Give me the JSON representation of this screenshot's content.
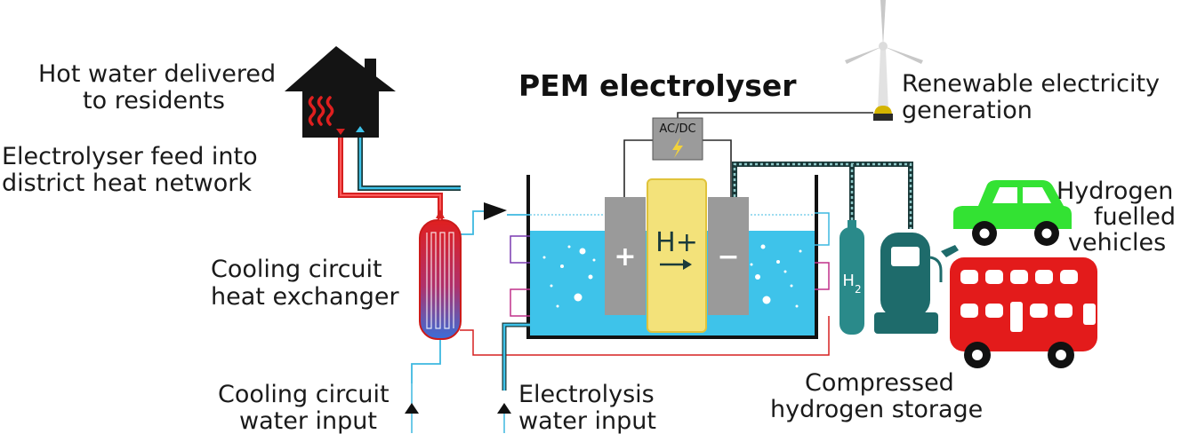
{
  "title": "PEM electrolyser",
  "labels": {
    "hot_water_1": "Hot water delivered",
    "hot_water_2": "to residents",
    "feed_1": "Electrolyser feed into",
    "feed_2": "district heat network",
    "hx_1": "Cooling circuit",
    "hx_2": "heat exchanger",
    "cool_in_1": "Cooling circuit",
    "cool_in_2": "water input",
    "elec_in_1": "Electrolysis",
    "elec_in_2": "water input",
    "storage_1": "Compressed",
    "storage_2": "hydrogen storage",
    "renew_1": "Renewable electricity",
    "renew_2": "generation",
    "veh_1": "Hydrogen",
    "veh_2": "fuelled",
    "veh_3": "vehicles"
  },
  "converter": "AC/DC",
  "ion": "H+",
  "anode": "+",
  "cathode": "−",
  "tank_symbol": "H",
  "tank_subscript": "2",
  "colors": {
    "hot": "#d62020",
    "cold": "#3db8e0",
    "water": "#3ec3ea",
    "membrane": "#f3e27a",
    "electrode": "#9a9a9a",
    "tank": "#2a8a8a",
    "car": "#33e233",
    "bus": "#e31b1b",
    "house": "#141414"
  }
}
